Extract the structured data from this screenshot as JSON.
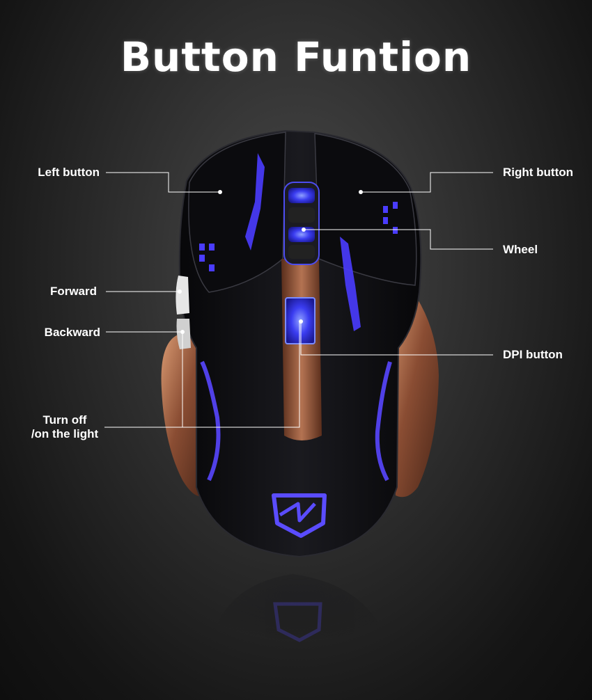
{
  "title": "Button Funtion",
  "labels": {
    "left_button": "Left button",
    "right_button": "Right button",
    "wheel": "Wheel",
    "forward": "Forward",
    "backward": "Backward",
    "dpi_button": "DPI button",
    "light_line1": "Turn off",
    "light_line2": "/on the light"
  },
  "colors": {
    "background": "#2c2c2c",
    "mouse_body": "#0d0d10",
    "accent_led": "#4b3cff",
    "copper": "#a0603f",
    "leader_line": "#ffffff"
  },
  "icons": {
    "logo": "lightning-shield-logo"
  }
}
